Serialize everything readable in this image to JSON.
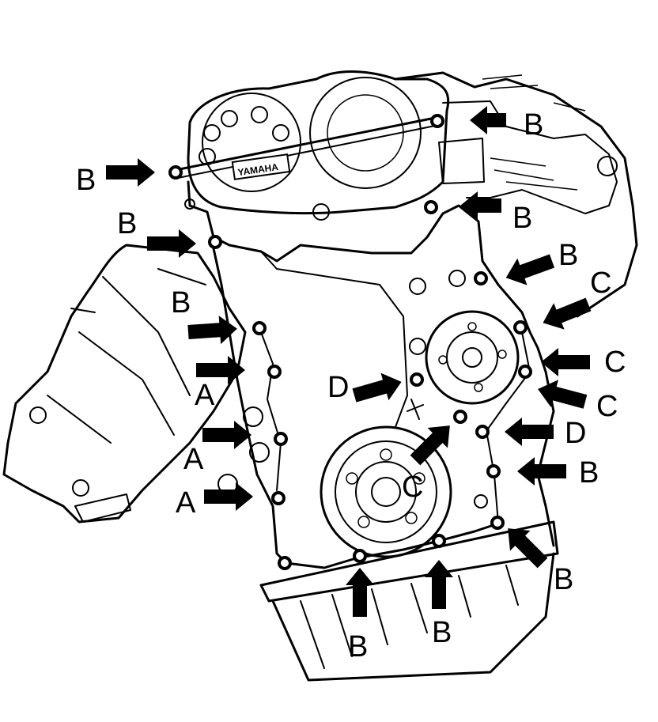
{
  "engine": {
    "brand_text": "YAMAHA"
  },
  "callouts": [
    {
      "label": "B"
    },
    {
      "label": "B"
    },
    {
      "label": "B"
    },
    {
      "label": "B"
    },
    {
      "label": "B"
    },
    {
      "label": "B"
    },
    {
      "label": "C"
    },
    {
      "label": "C"
    },
    {
      "label": "C"
    },
    {
      "label": "D"
    },
    {
      "label": "D"
    },
    {
      "label": "C"
    },
    {
      "label": "B"
    },
    {
      "label": "A"
    },
    {
      "label": "A"
    },
    {
      "label": "A"
    },
    {
      "label": "B"
    },
    {
      "label": "B"
    },
    {
      "label": "B"
    }
  ]
}
